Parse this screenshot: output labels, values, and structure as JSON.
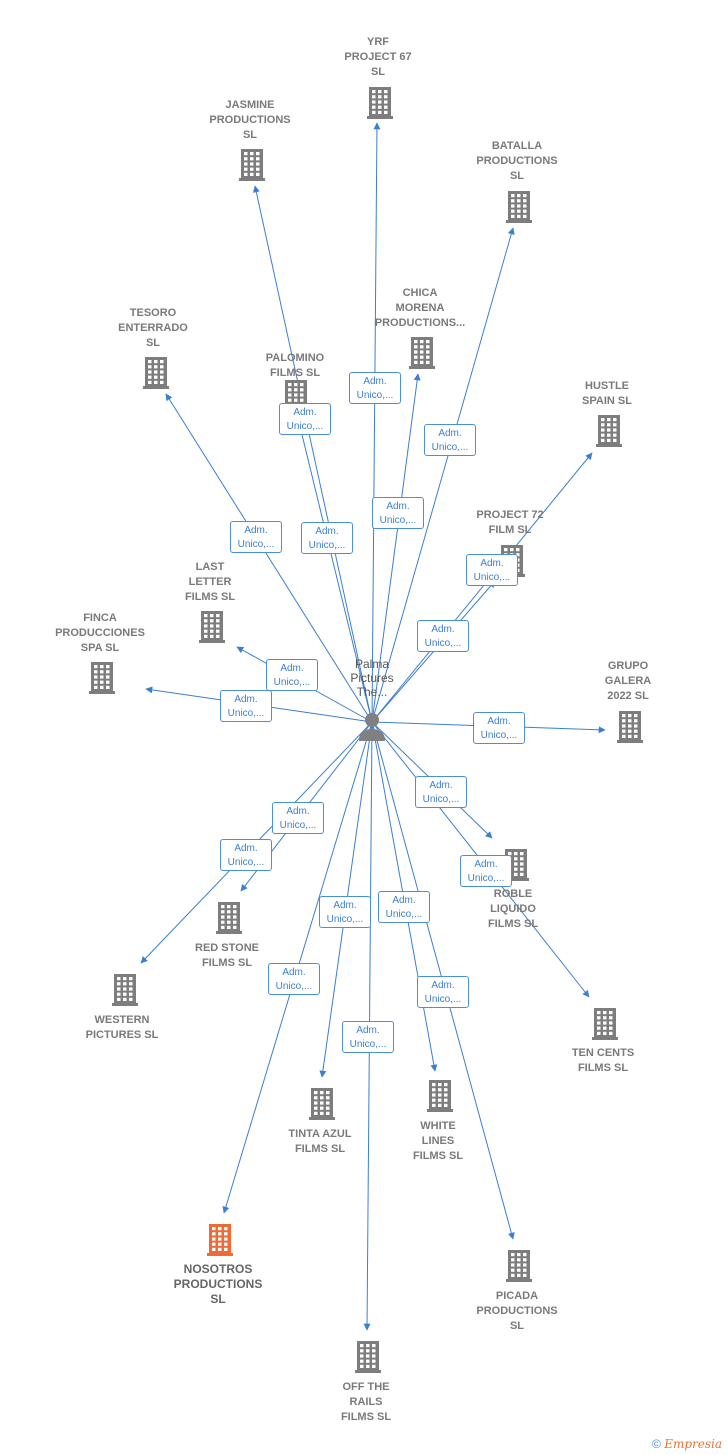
{
  "center": {
    "label": "Palma\nPictures\nThe...",
    "icon": "person-icon"
  },
  "edge_label": "Adm.\nUnico,...",
  "colors": {
    "edge": "#3b7fd0",
    "building": "#7d7d7d",
    "highlight": "#f06a35"
  },
  "nodes": [
    {
      "id": "yrf",
      "label": "YRF\nPROJECT 67\nSL",
      "highlight": false
    },
    {
      "id": "jasmine",
      "label": "JASMINE\nPRODUCTIONS\nSL",
      "highlight": false
    },
    {
      "id": "batalla",
      "label": "BATALLA\nPRODUCTIONS\nSL",
      "highlight": false
    },
    {
      "id": "chica",
      "label": "CHICA\nMORENA\nPRODUCTIONS...",
      "highlight": false
    },
    {
      "id": "tesoro",
      "label": "TESORO\nENTERRADO\nSL",
      "highlight": false
    },
    {
      "id": "palomino",
      "label": "PALOMINO\nFILMS  SL",
      "highlight": false
    },
    {
      "id": "hustle",
      "label": "HUSTLE\nSPAIN  SL",
      "highlight": false
    },
    {
      "id": "project72",
      "label": "PROJECT 72\nFILM  SL",
      "highlight": false
    },
    {
      "id": "lastletter",
      "label": "LAST\nLETTER\nFILMS  SL",
      "highlight": false
    },
    {
      "id": "finca",
      "label": "FINCA\nPRODUCCIONES\nSPA  SL",
      "highlight": false
    },
    {
      "id": "galera",
      "label": "GRUPO\nGALERA\n2022  SL",
      "highlight": false
    },
    {
      "id": "roble",
      "label": "ROBLE\nLIQUIDO\nFILMS  SL",
      "highlight": false
    },
    {
      "id": "redstone",
      "label": "RED STONE\nFILMS  SL",
      "highlight": false
    },
    {
      "id": "western",
      "label": "WESTERN\nPICTURES  SL",
      "highlight": false
    },
    {
      "id": "tencents",
      "label": "TEN CENTS\nFILMS  SL",
      "highlight": false
    },
    {
      "id": "tinta",
      "label": "TINTA AZUL\nFILMS  SL",
      "highlight": false
    },
    {
      "id": "whitelines",
      "label": "WHITE\nLINES\nFILMS  SL",
      "highlight": false
    },
    {
      "id": "nosotros",
      "label": "NOSOTROS\nPRODUCTIONS\nSL",
      "highlight": true
    },
    {
      "id": "picada",
      "label": "PICADA\nPRODUCTIONS\nSL",
      "highlight": false
    },
    {
      "id": "offrails",
      "label": "OFF THE\nRAILS\nFILMS  SL",
      "highlight": false
    }
  ],
  "footer": {
    "copyright": "©",
    "brand": "Empresia"
  }
}
